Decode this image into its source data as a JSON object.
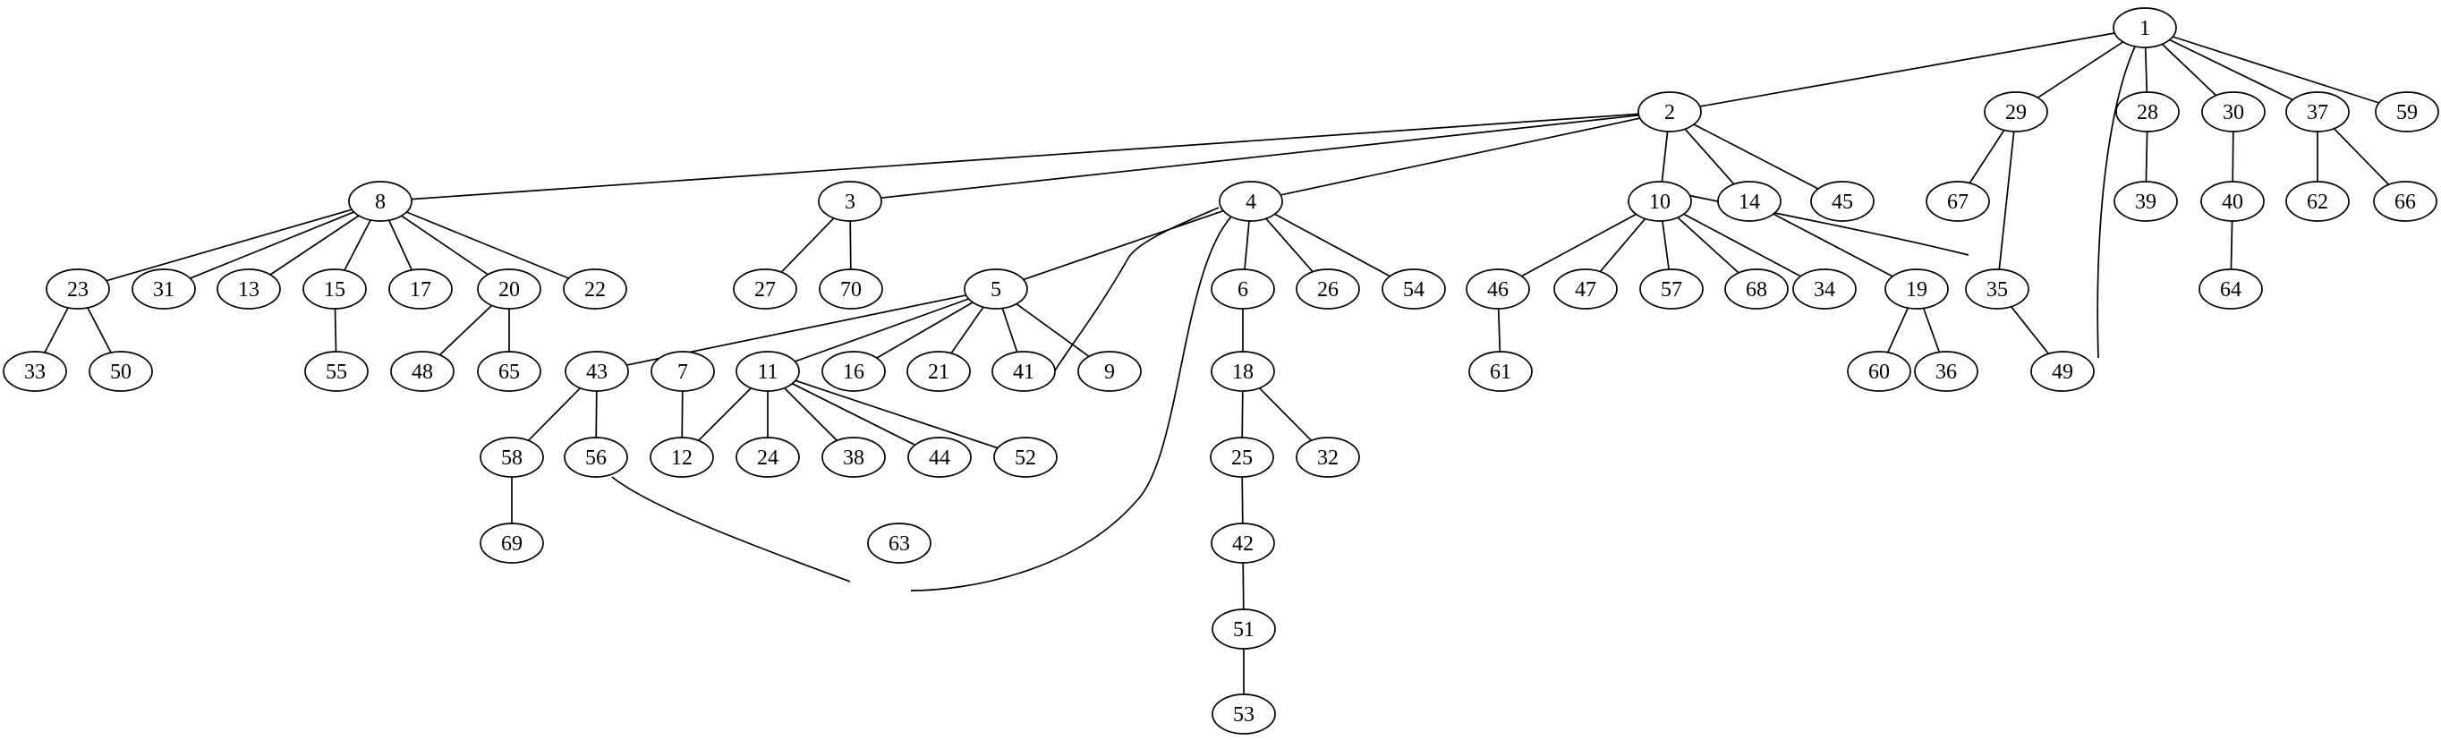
{
  "graph": {
    "type": "tree",
    "nodes": [
      "1",
      "2",
      "29",
      "28",
      "30",
      "37",
      "59",
      "49",
      "8",
      "3",
      "4",
      "10",
      "14",
      "45",
      "67",
      "35",
      "39",
      "40",
      "62",
      "66",
      "23",
      "31",
      "13",
      "15",
      "17",
      "20",
      "22",
      "27",
      "70",
      "5",
      "6",
      "26",
      "54",
      "63",
      "46",
      "47",
      "57",
      "68",
      "34",
      "19",
      "64",
      "33",
      "50",
      "55",
      "48",
      "65",
      "43",
      "7",
      "11",
      "16",
      "21",
      "41",
      "9",
      "18",
      "61",
      "60",
      "36",
      "58",
      "56",
      "12",
      "24",
      "38",
      "44",
      "52",
      "25",
      "32",
      "69",
      "42",
      "51",
      "53"
    ],
    "edges": [
      [
        "1",
        "2"
      ],
      [
        "1",
        "29"
      ],
      [
        "1",
        "28"
      ],
      [
        "1",
        "30"
      ],
      [
        "1",
        "37"
      ],
      [
        "1",
        "59"
      ],
      [
        "1",
        "49"
      ],
      [
        "2",
        "8"
      ],
      [
        "2",
        "3"
      ],
      [
        "2",
        "4"
      ],
      [
        "2",
        "10"
      ],
      [
        "2",
        "14"
      ],
      [
        "2",
        "45"
      ],
      [
        "29",
        "67"
      ],
      [
        "29",
        "35"
      ],
      [
        "28",
        "39"
      ],
      [
        "30",
        "40"
      ],
      [
        "37",
        "62"
      ],
      [
        "37",
        "66"
      ],
      [
        "8",
        "23"
      ],
      [
        "8",
        "31"
      ],
      [
        "8",
        "13"
      ],
      [
        "8",
        "15"
      ],
      [
        "8",
        "17"
      ],
      [
        "8",
        "20"
      ],
      [
        "8",
        "22"
      ],
      [
        "3",
        "27"
      ],
      [
        "3",
        "70"
      ],
      [
        "4",
        "5"
      ],
      [
        "4",
        "7"
      ],
      [
        "4",
        "6"
      ],
      [
        "4",
        "26"
      ],
      [
        "4",
        "54"
      ],
      [
        "4",
        "63"
      ],
      [
        "10",
        "46"
      ],
      [
        "10",
        "47"
      ],
      [
        "10",
        "57"
      ],
      [
        "10",
        "68"
      ],
      [
        "10",
        "34"
      ],
      [
        "10",
        "35"
      ],
      [
        "14",
        "19"
      ],
      [
        "35",
        "49"
      ],
      [
        "40",
        "64"
      ],
      [
        "23",
        "33"
      ],
      [
        "23",
        "50"
      ],
      [
        "15",
        "55"
      ],
      [
        "20",
        "48"
      ],
      [
        "20",
        "65"
      ],
      [
        "5",
        "43"
      ],
      [
        "5",
        "11"
      ],
      [
        "5",
        "16"
      ],
      [
        "5",
        "21"
      ],
      [
        "5",
        "41"
      ],
      [
        "5",
        "9"
      ],
      [
        "6",
        "18"
      ],
      [
        "46",
        "61"
      ],
      [
        "19",
        "60"
      ],
      [
        "19",
        "36"
      ],
      [
        "43",
        "58"
      ],
      [
        "43",
        "56"
      ],
      [
        "7",
        "12"
      ],
      [
        "11",
        "12"
      ],
      [
        "11",
        "24"
      ],
      [
        "11",
        "38"
      ],
      [
        "11",
        "44"
      ],
      [
        "11",
        "52"
      ],
      [
        "18",
        "25"
      ],
      [
        "18",
        "32"
      ],
      [
        "58",
        "69"
      ],
      [
        "56",
        "63"
      ],
      [
        "25",
        "42"
      ],
      [
        "42",
        "51"
      ],
      [
        "51",
        "53"
      ]
    ]
  }
}
